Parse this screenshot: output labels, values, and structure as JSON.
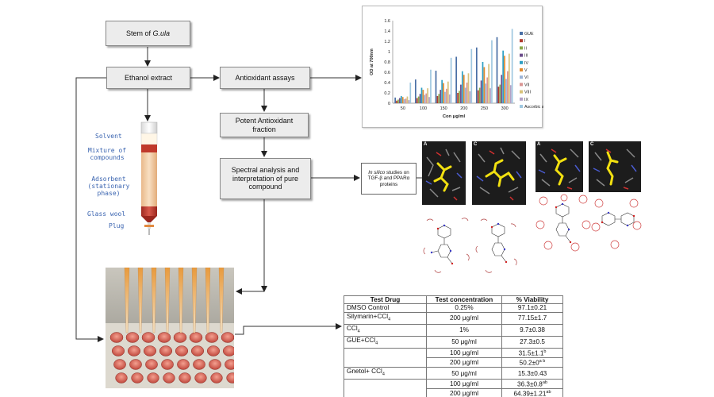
{
  "flow": {
    "stem": {
      "prefix": "Stem of ",
      "species": "G.ula"
    },
    "ethanol": "Ethanol extract",
    "assays": "Antioxidant assays",
    "potent": "Potent Antioxidant fraction",
    "spectral": "Spectral analysis and interpretation of pure compound",
    "insilico": {
      "prefix": "In silico",
      "rest": " studies on TGF-β and PPARα proteins"
    }
  },
  "column_labels": {
    "solvent": "Solvent",
    "mixture": "Mixture of compounds",
    "adsorbent": "Adsorbent (stationary phase)",
    "glass_wool": "Glass wool",
    "plug": "Plug"
  },
  "chart_data": {
    "type": "bar",
    "xlabel": "Con μg/ml",
    "ylabel": "OD at 700nm",
    "ylim": [
      0,
      1.6
    ],
    "yticks": [
      0,
      0.2,
      0.4,
      0.6,
      0.8,
      1,
      1.2,
      1.4,
      1.6
    ],
    "categories": [
      "50",
      "100",
      "150",
      "200",
      "250",
      "300"
    ],
    "series": [
      {
        "name": "GUE",
        "color": "#4a6fa5",
        "values": [
          0.11,
          0.46,
          0.63,
          0.9,
          1.08,
          1.28
        ]
      },
      {
        "name": "I",
        "color": "#b03a2e",
        "values": [
          0.05,
          0.1,
          0.14,
          0.2,
          0.25,
          0.32
        ]
      },
      {
        "name": "II",
        "color": "#8aa84a",
        "values": [
          0.07,
          0.13,
          0.18,
          0.24,
          0.3,
          0.36
        ]
      },
      {
        "name": "III",
        "color": "#6b4c8a",
        "values": [
          0.1,
          0.18,
          0.26,
          0.36,
          0.44,
          0.55
        ]
      },
      {
        "name": "IV",
        "color": "#2e9fc4",
        "values": [
          0.14,
          0.3,
          0.45,
          0.62,
          0.8,
          1.02
        ]
      },
      {
        "name": "V",
        "color": "#e08a2e",
        "values": [
          0.12,
          0.26,
          0.39,
          0.55,
          0.7,
          0.92
        ]
      },
      {
        "name": "VI",
        "color": "#9ab3d6",
        "values": [
          0.08,
          0.16,
          0.22,
          0.3,
          0.38,
          0.47
        ]
      },
      {
        "name": "VII",
        "color": "#d99694",
        "values": [
          0.09,
          0.19,
          0.28,
          0.4,
          0.5,
          0.62
        ]
      },
      {
        "name": "VIII",
        "color": "#d8c27a",
        "values": [
          0.13,
          0.29,
          0.42,
          0.58,
          0.76,
          0.96
        ]
      },
      {
        "name": "IX",
        "color": "#b3a2c7",
        "values": [
          0.06,
          0.12,
          0.17,
          0.23,
          0.29,
          0.35
        ]
      },
      {
        "name": "Ascorbic acid",
        "color": "#a0c8e0",
        "values": [
          0.4,
          0.65,
          0.88,
          1.05,
          1.22,
          1.44
        ]
      }
    ]
  },
  "docking": {
    "panels": [
      "A",
      "C",
      "A",
      "C"
    ]
  },
  "table": {
    "headers": [
      "Test Drug",
      "Test concentration",
      "% Viability"
    ],
    "rows": [
      {
        "drug": "DMSO Control",
        "sub": "",
        "conc": "0.25%",
        "via": "97.1±0.21",
        "sup": ""
      },
      {
        "drug": "Silymarin+CCl",
        "sub": "4",
        "conc": "200 μg/ml",
        "via": "77.15±1.7",
        "sup": ""
      },
      {
        "drug": "CCl",
        "sub": "4",
        "conc": "1%",
        "via": "9.7±0.38",
        "sup": ""
      },
      {
        "drug": "GUE+CCl",
        "sub": "4",
        "conc": "50 μg/ml",
        "via": "27.3±0.5",
        "sup": ""
      },
      {
        "drug": "",
        "sub": "",
        "conc": "100 μg/ml",
        "via": "31.5±1.1",
        "sup": "b"
      },
      {
        "drug": "",
        "sub": "",
        "conc": "200 μg/ml",
        "via": "50.2±0",
        "sup": "a b"
      },
      {
        "drug": "Gnetol+ CCl",
        "sub": "4",
        "conc": "50 μg/ml",
        "via": "15.3±0.43",
        "sup": ""
      },
      {
        "drug": "",
        "sub": "",
        "conc": "100 μg/ml",
        "via": "36.3±0.8",
        "sup": "ab"
      },
      {
        "drug": "",
        "sub": "",
        "conc": "200 μg/ml",
        "via": "64.39±1.21",
        "sup": "ab"
      }
    ]
  }
}
